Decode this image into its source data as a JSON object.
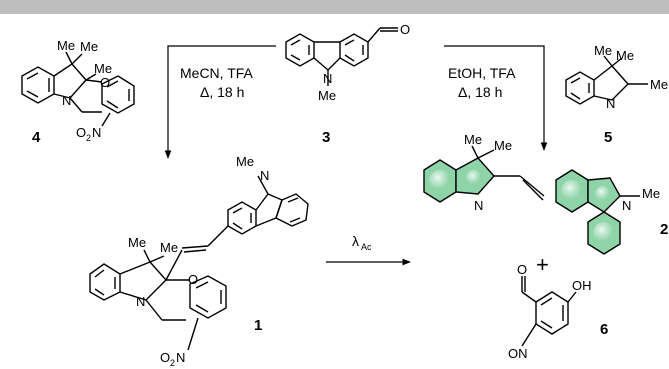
{
  "compounds": {
    "c1": {
      "label": "1"
    },
    "c2": {
      "label": "2"
    },
    "c3": {
      "label": "3"
    },
    "c4": {
      "label": "4"
    },
    "c5": {
      "label": "5"
    },
    "c6": {
      "label": "6"
    }
  },
  "atoms": {
    "me": "Me",
    "n": "N",
    "o": "O",
    "no2_o": "O",
    "no2_sub": "2",
    "no2_n": "N",
    "oh": "OH",
    "on": "ON",
    "cho_o": "O"
  },
  "conditions": {
    "left_solvent": "MeCN, TFA",
    "left_time": "Δ, 18 h",
    "right_solvent": "EtOH, TFA",
    "right_time": "Δ, 18 h",
    "irradiation": "λ",
    "irradiation_sub": "Ac"
  },
  "plus": "+",
  "colors": {
    "top_bar": "#bdbdbd",
    "aromatic_fill": "#8fd3a8"
  }
}
